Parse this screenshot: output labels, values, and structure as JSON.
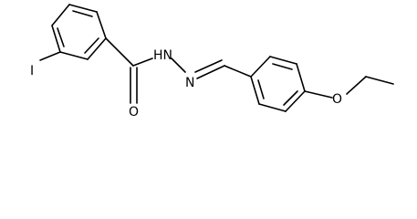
{
  "molecule": {
    "atoms": {
      "iodine": "I",
      "carbonyl_oxygen": "O",
      "amide_nh": "HN",
      "imine_n": "N",
      "ether_oxygen": "O"
    }
  }
}
